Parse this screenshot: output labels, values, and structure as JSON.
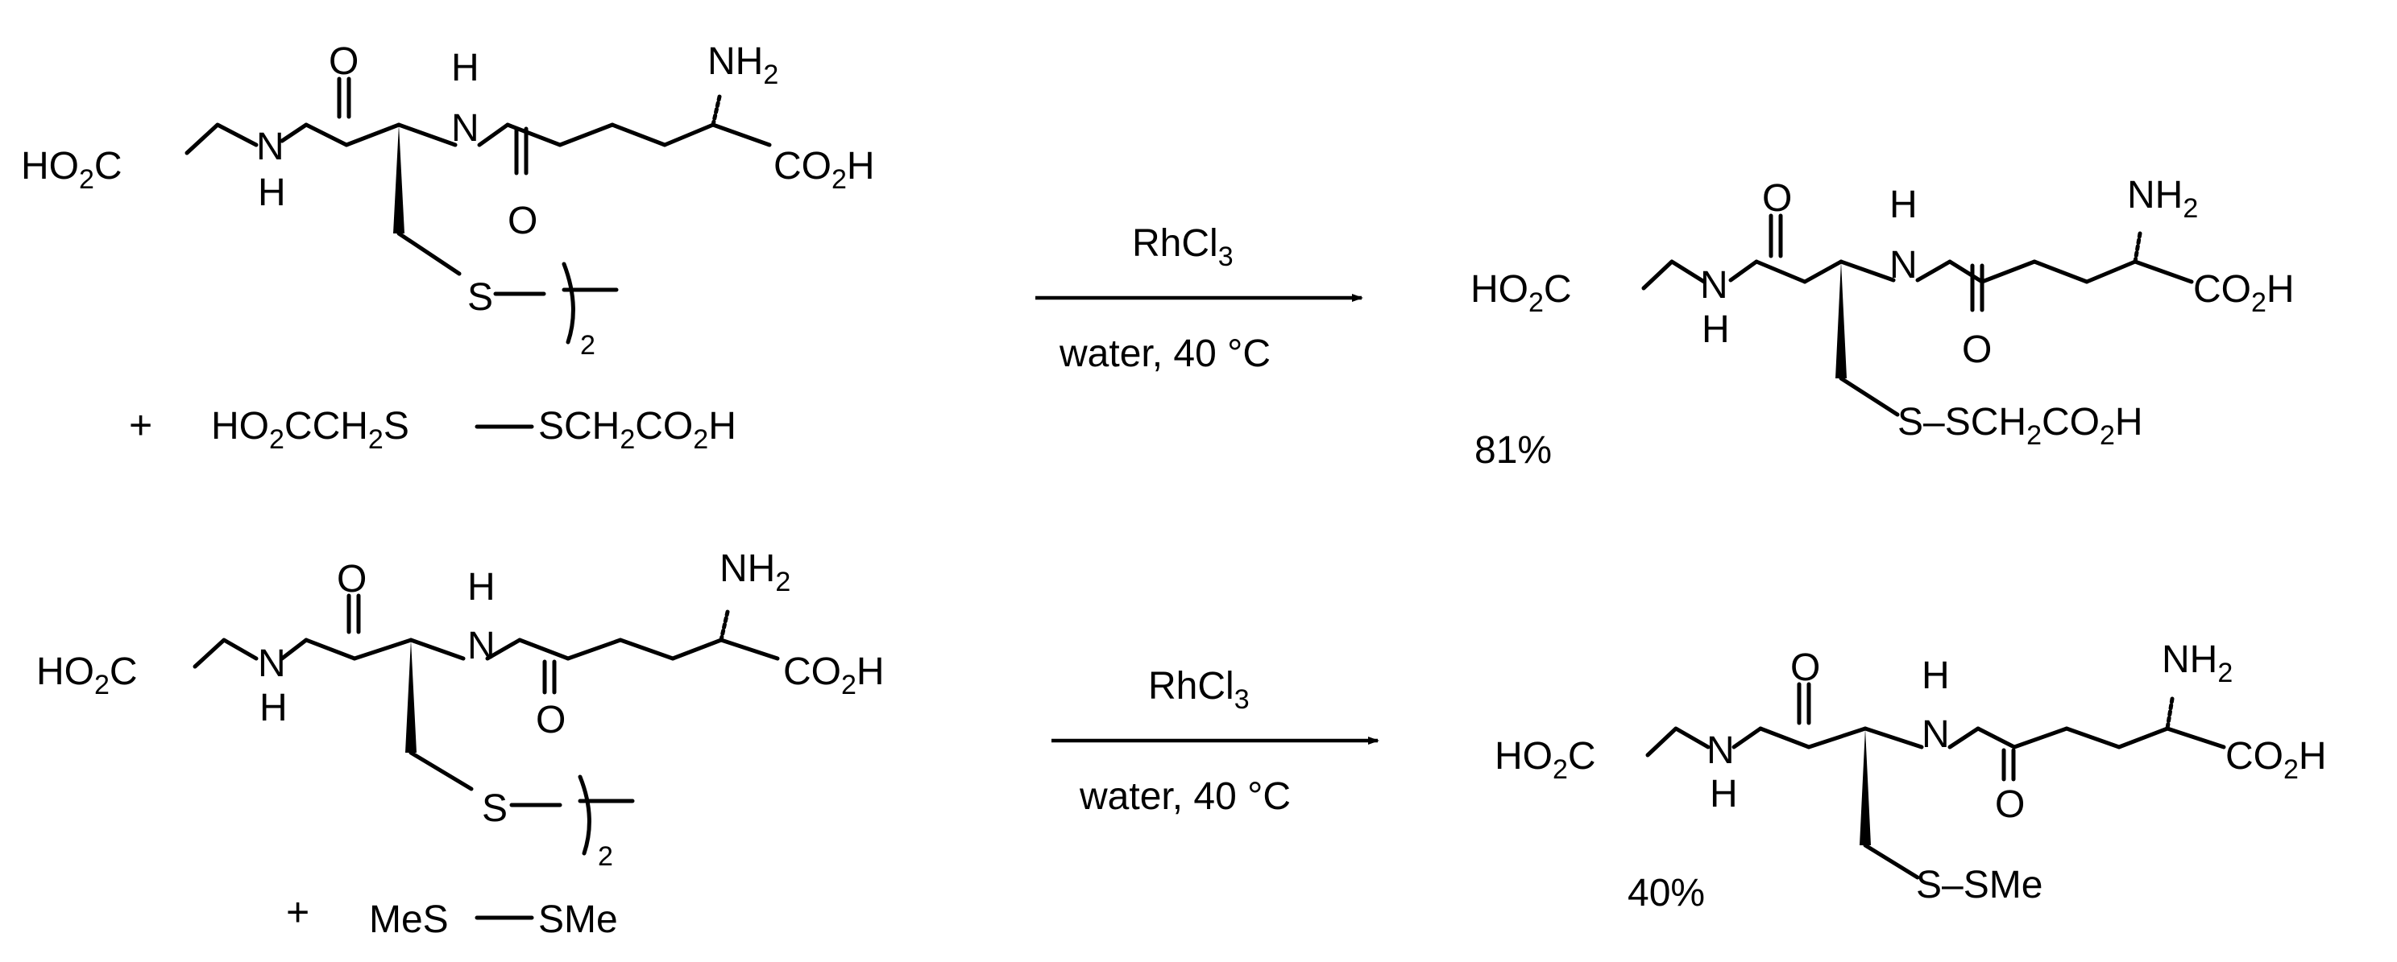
{
  "scheme": {
    "reaction_1": {
      "reactant_1_labels": {
        "o_top_1": "O",
        "o_top_2": "O",
        "h_nh": "H",
        "n_nh": "N",
        "nh2_n": "NH",
        "nh2_sub": "2",
        "ho2c_ho": "HO",
        "ho2c_sub": "2",
        "ho2c_c": "C",
        "n_amide": "N",
        "h_amide": "H",
        "co2h_co": "CO",
        "co2h_sub": "2",
        "co2h_h": "H",
        "s": "S",
        "dimer_sub": "2"
      },
      "plus": "+",
      "reactant_2": {
        "ho": "HO",
        "sub1": "2",
        "cch": "CCH",
        "sub2": "2",
        "s_left": "S",
        "s_right": "SCH",
        "sub3": "2",
        "co": "CO",
        "sub4": "2",
        "h": "H"
      },
      "reagent": "RhCl",
      "reagent_sub": "3",
      "conditions": "water, 40 °C",
      "product_labels": {
        "o_top": "O",
        "h_nh": "H",
        "n_nh": "N",
        "nh2_n": "NH",
        "nh2_sub": "2",
        "ho2c_ho": "HO",
        "ho2c_sub": "2",
        "ho2c_c": "C",
        "n_amide": "N",
        "h_amide": "H",
        "o_bottom": "O",
        "co2h_co": "CO",
        "co2h_sub": "2",
        "co2h_h": "H",
        "ss_part": "S–SCH",
        "ss_sub1": "2",
        "ss_co": "CO",
        "ss_sub2": "2",
        "ss_h": "H"
      },
      "yield": "81%"
    },
    "reaction_2": {
      "reactant_1_labels": {
        "o_top": "O",
        "h_nh": "H",
        "n_nh": "N",
        "nh2_n": "NH",
        "nh2_sub": "2",
        "ho2c_ho": "HO",
        "ho2c_sub": "2",
        "ho2c_c": "C",
        "n_amide": "N",
        "h_amide": "H",
        "o_bottom": "O",
        "co2h_co": "CO",
        "co2h_sub": "2",
        "co2h_h": "H",
        "s": "S",
        "dimer_sub": "2"
      },
      "plus": "+",
      "reactant_2": {
        "left": "MeS",
        "right": "SMe"
      },
      "reagent": "RhCl",
      "reagent_sub": "3",
      "conditions": "water, 40 °C",
      "product_labels": {
        "o_top": "O",
        "h_nh": "H",
        "n_nh": "N",
        "nh2_n": "NH",
        "nh2_sub": "2",
        "ho2c_ho": "HO",
        "ho2c_sub": "2",
        "ho2c_c": "C",
        "n_amide": "N",
        "h_amide": "H",
        "o_bottom": "O",
        "co2h_co": "CO",
        "co2h_sub": "2",
        "co2h_h": "H",
        "ss_part": "S–SMe"
      },
      "yield": "40%"
    }
  }
}
